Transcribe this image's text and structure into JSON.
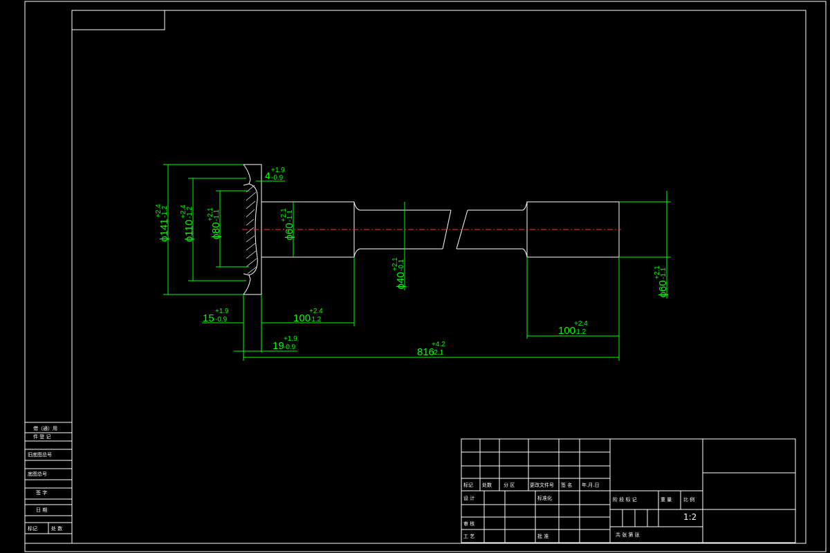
{
  "dimensions": {
    "d141": {
      "main": "ϕ141",
      "upper": "+2.4",
      "lower": "-1.2"
    },
    "d110": {
      "main": "ϕ110",
      "upper": "+2.4",
      "lower": "-1.2"
    },
    "d80": {
      "main": "ϕ80",
      "upper": "+2.1",
      "lower": "-1.1"
    },
    "d60a": {
      "main": "ϕ60",
      "upper": "+2.1",
      "lower": "-1.1"
    },
    "d40": {
      "main": "ϕ40",
      "upper": "+2.1",
      "lower": "-0.1"
    },
    "d60b": {
      "main": "ϕ60",
      "upper": "+2.1",
      "lower": "-1.1"
    },
    "l4": {
      "main": "4",
      "upper": "+1.9",
      "lower": "-0.9"
    },
    "l15": {
      "main": "15",
      "upper": "+1.9",
      "lower": "-0.9"
    },
    "l100a": {
      "main": "100",
      "upper": "+2.4",
      "lower": "-1.2"
    },
    "l19": {
      "main": "19",
      "upper": "+1.9",
      "lower": "-0.9"
    },
    "l816": {
      "main": "816",
      "upper": "+4.2",
      "lower": "-2.1"
    },
    "l100b": {
      "main": "100",
      "upper": "+2.4",
      "lower": "-1.2"
    }
  },
  "side_table": {
    "r1": [
      "借（通）用"
    ],
    "r2": [
      "件 登 记"
    ],
    "r3": [
      "旧底图总号"
    ],
    "r4": [
      "底图总号"
    ],
    "r5": [
      "签 字"
    ],
    "r6": [
      "日 期"
    ],
    "r7": [
      "标记",
      "处 数"
    ]
  },
  "title_block": {
    "marks": "标记",
    "count": "处数",
    "zone": "分 区",
    "change_doc": "更改文件号",
    "sign": "签 名",
    "date": "年.月.日",
    "design": "设 计",
    "standard": "标准化",
    "stage_mark": "阶 段 标 记",
    "weight": "重 量",
    "scale_label": "比 例",
    "scale": "1:2",
    "check": "审 核",
    "process": "工 艺",
    "approve": "批 准",
    "sheets": "共    张    第    张"
  }
}
